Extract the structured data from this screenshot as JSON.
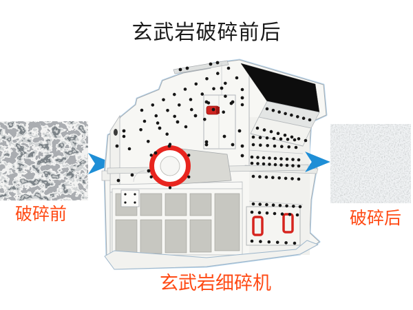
{
  "title": {
    "text": "玄武岩破碎前后"
  },
  "before": {
    "label": "破碎前"
  },
  "after": {
    "label": "破碎后"
  },
  "machine": {
    "label": "玄武岩细碎机"
  },
  "colors": {
    "background": "#ffffff",
    "title_text": "#1b1b1b",
    "label_text": "#ff4a14",
    "arrow_blue": "#1e8ed6",
    "ring_red": "#e8251f",
    "handle_red": "#d6251f",
    "hopper_black": "#0d0d0d"
  }
}
